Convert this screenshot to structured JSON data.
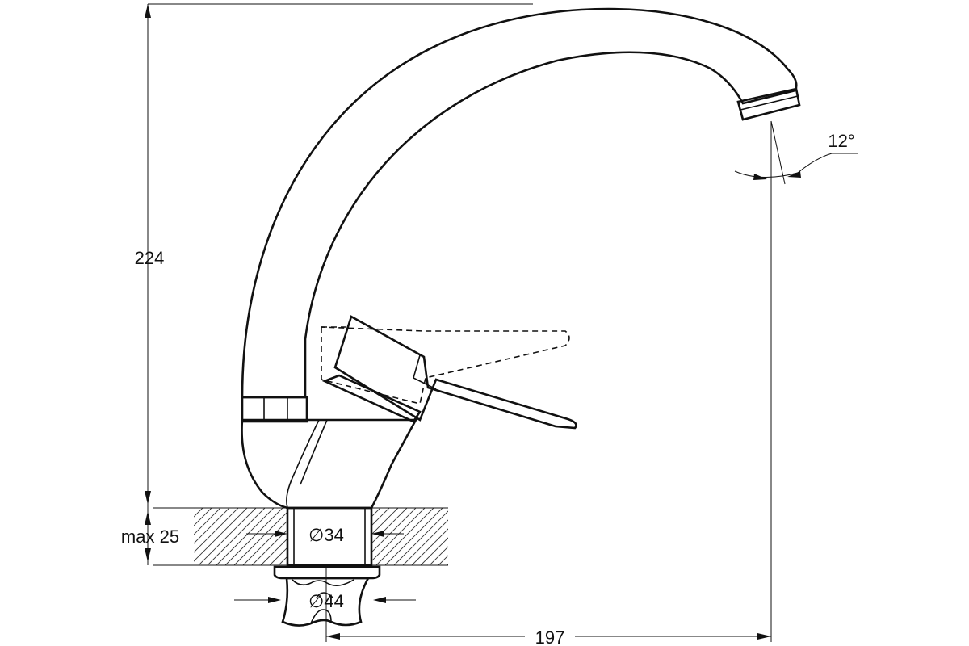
{
  "dimensions": {
    "height": "224",
    "countertop_thickness": "max 25",
    "mount_diameter": "∅34",
    "nut_diameter": "∅44",
    "reach": "197",
    "spout_angle": "12°"
  },
  "colors": {
    "ink": "#111111",
    "paper": "#ffffff"
  }
}
